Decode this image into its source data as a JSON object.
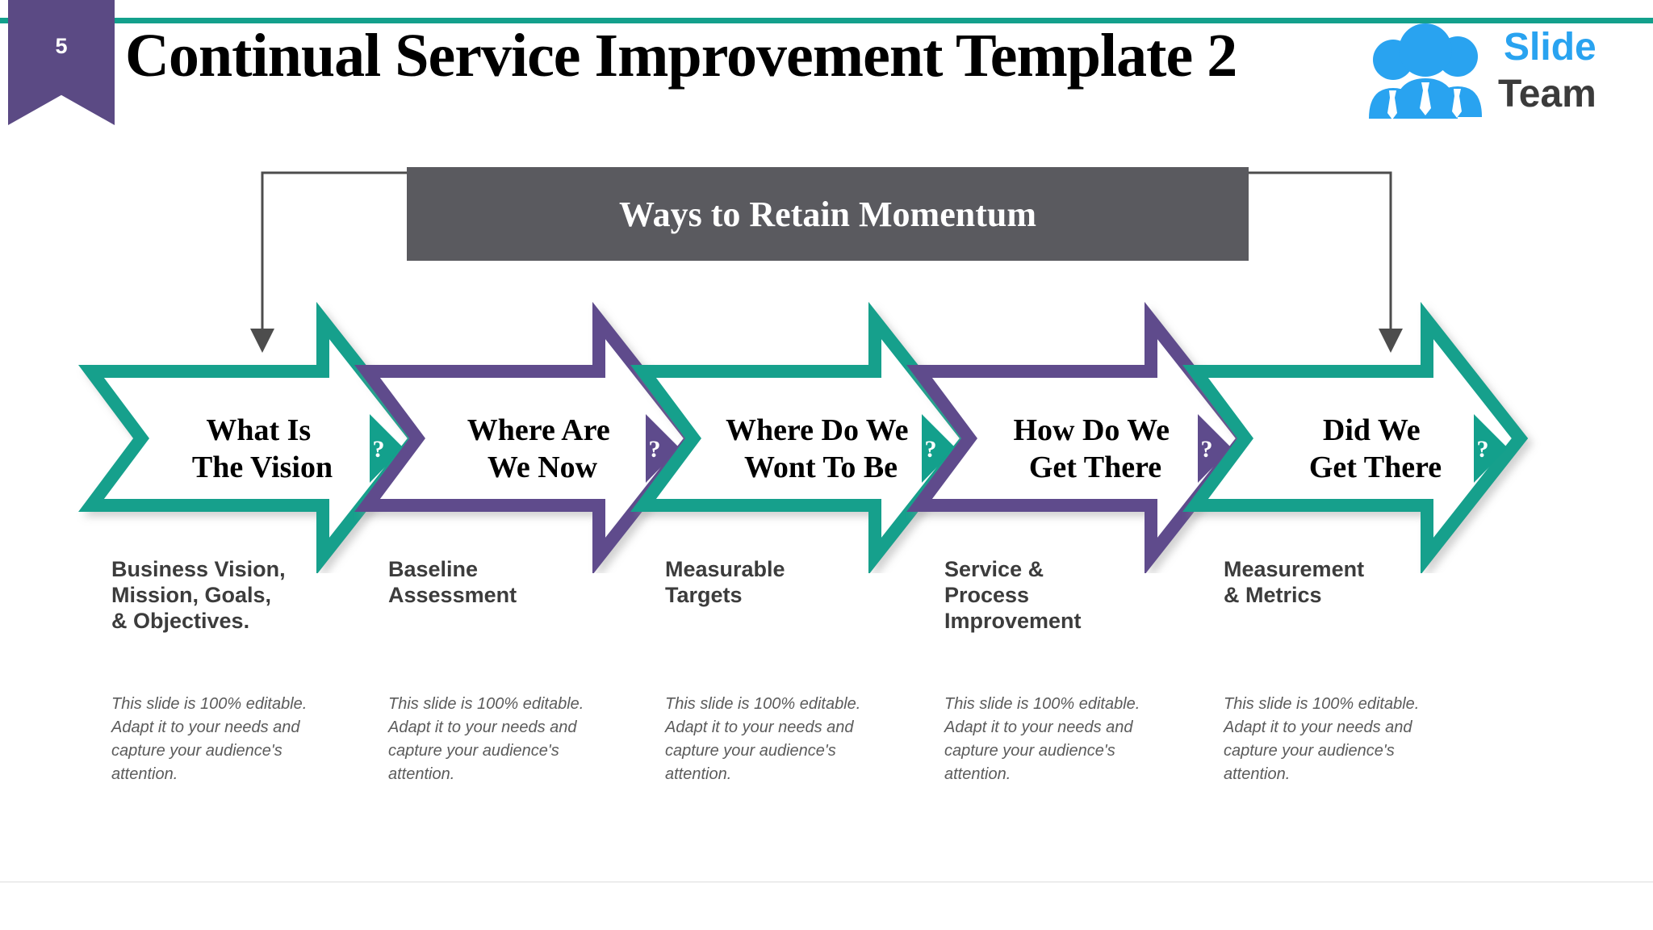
{
  "header": {
    "slide_number": "5",
    "title": "Continual Service Improvement Template 2",
    "rule_color": "#13a08c",
    "badge_color": "#5b4a84",
    "logo": {
      "word_one": "Slide",
      "word_two": "Team",
      "word_one_color": "#29a3f0",
      "word_two_color": "#3b3b3b",
      "people_icon": "three-people-icon"
    }
  },
  "banner": {
    "label": "Ways to Retain Momentum",
    "background": "#5a5a5f",
    "text_color": "#ffffff"
  },
  "connectors": {
    "left_arrow": "elbow-arrow-down-left",
    "right_arrow": "elbow-arrow-down-right",
    "color": "#4d4d4d"
  },
  "palette": {
    "teal": "#13a08c",
    "purple": "#5e4b8c",
    "chevron_fill": "#ffffff",
    "chevron_text": "#000000",
    "marker_glyph": "?",
    "marker_text_color": "#ffffff"
  },
  "chart_data": {
    "type": "process-chevron-flow",
    "title": "Ways to Retain Momentum",
    "orientation": "left-to-right",
    "step_count": 5,
    "steps": [
      {
        "index": 1,
        "chevron_label": "What Is\nThe Vision",
        "chevron_line_1": "What Is",
        "chevron_line_2": "The Vision",
        "accent_color": "#13a08c",
        "accent_name": "teal",
        "marker": "?",
        "heading": "Business Vision,\nMission, Goals,\n& Objectives.",
        "body": "This slide is 100% editable. Adapt it to your needs and capture your audience's attention."
      },
      {
        "index": 2,
        "chevron_label": "Where Are\nWe Now",
        "chevron_line_1": "Where Are",
        "chevron_line_2": "We Now",
        "accent_color": "#5e4b8c",
        "accent_name": "purple",
        "marker": "?",
        "heading": "Baseline\nAssessment",
        "body": "This slide is 100% editable. Adapt it to your needs and capture your audience's attention."
      },
      {
        "index": 3,
        "chevron_label": "Where Do We\nWont To Be",
        "chevron_line_1": "Where Do We",
        "chevron_line_2": "Wont To Be",
        "accent_color": "#13a08c",
        "accent_name": "teal",
        "marker": "?",
        "heading": "Measurable\nTargets",
        "body": "This slide is 100% editable. Adapt it to your needs and capture your audience's attention."
      },
      {
        "index": 4,
        "chevron_label": "How Do We\nGet There",
        "chevron_line_1": "How Do We",
        "chevron_line_2": "Get There",
        "accent_color": "#5e4b8c",
        "accent_name": "purple",
        "marker": "?",
        "heading": "Service &\nProcess\nImprovement",
        "body": "This slide is 100% editable. Adapt it to your needs and capture your audience's attention."
      },
      {
        "index": 5,
        "chevron_label": "Did We\nGet There",
        "chevron_line_1": "Did We",
        "chevron_line_2": "Get There",
        "accent_color": "#13a08c",
        "accent_name": "teal",
        "marker": "?",
        "heading": "Measurement\n& Metrics",
        "body": "This slide is 100% editable. Adapt it to your needs and capture your audience's attention."
      }
    ]
  }
}
